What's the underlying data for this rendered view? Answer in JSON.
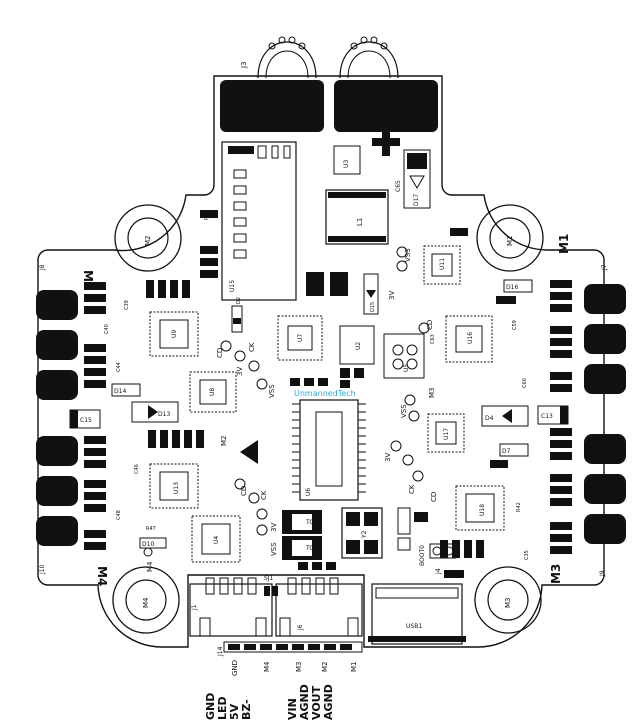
{
  "board": {
    "watermark": "UnmannedTech",
    "colors": {
      "ink": "#111111",
      "watermark": "#35a8d8",
      "background": "#ffffff"
    }
  },
  "motors": {
    "m1": "M1",
    "m2": "M2",
    "m3": "M3",
    "m4": "M4"
  },
  "connectors": {
    "j3": "J3",
    "j7": "J7",
    "j8": "J8",
    "j9": "J9",
    "j10": "J10",
    "j1": "J1",
    "j6": "J6",
    "j14": "J14",
    "j4": "J4",
    "usb": "USB1",
    "sj1": "SJ1"
  },
  "chips": {
    "u15": "U15",
    "u3": "U3",
    "u11": "U11",
    "u9": "U9",
    "u7": "U7",
    "u2": "U2",
    "u16": "U16",
    "u5": "U5",
    "u8": "U8",
    "u6": "U6",
    "u17": "U17",
    "u13": "U13",
    "u4": "U4",
    "u18": "U18",
    "l1": "L1",
    "tc1": "TC1",
    "tc2": "TC2",
    "y2": "Y2"
  },
  "test_points": {
    "vss1": "VSS",
    "vss2": "VSS",
    "vss3": "VSS",
    "vss4": "VSS",
    "v3_1": "3V",
    "v3_2": "3V",
    "v3_3": "3V",
    "v3_4": "3V",
    "cd1": "CD",
    "cd2": "CD",
    "cd3": "CD",
    "ck1": "CK",
    "ck2": "CK",
    "ck3": "CK",
    "m2": "M2",
    "m3": "M3",
    "m4": "M4",
    "boot0": "BOOT0"
  },
  "parts": {
    "c65": "C65",
    "c63": "C63",
    "c39": "C39",
    "c40": "C40",
    "c44": "C44",
    "c15": "C15",
    "c13": "C13",
    "c60": "C60",
    "c59": "C59",
    "c4": "C4",
    "c66": "C66",
    "c48": "C48",
    "c46": "C46",
    "c35": "C35",
    "d17": "D17",
    "d15": "D15",
    "d14": "D14",
    "d13": "D13",
    "d4": "D4",
    "d7": "D7",
    "d10": "D10",
    "d2": "D2",
    "d16": "D16",
    "r14": "R14",
    "r42": "R42",
    "r47": "R47"
  },
  "pin_labels": {
    "j14": [
      "GND",
      "M4"
    ],
    "j6": [
      "M3",
      "M2",
      "M1"
    ]
  },
  "edge_labels": {
    "group1": [
      "GND",
      "LED",
      "5V",
      "BZ-"
    ],
    "group2": [
      "VIN",
      "AGND",
      "VOUT",
      "AGND"
    ]
  }
}
